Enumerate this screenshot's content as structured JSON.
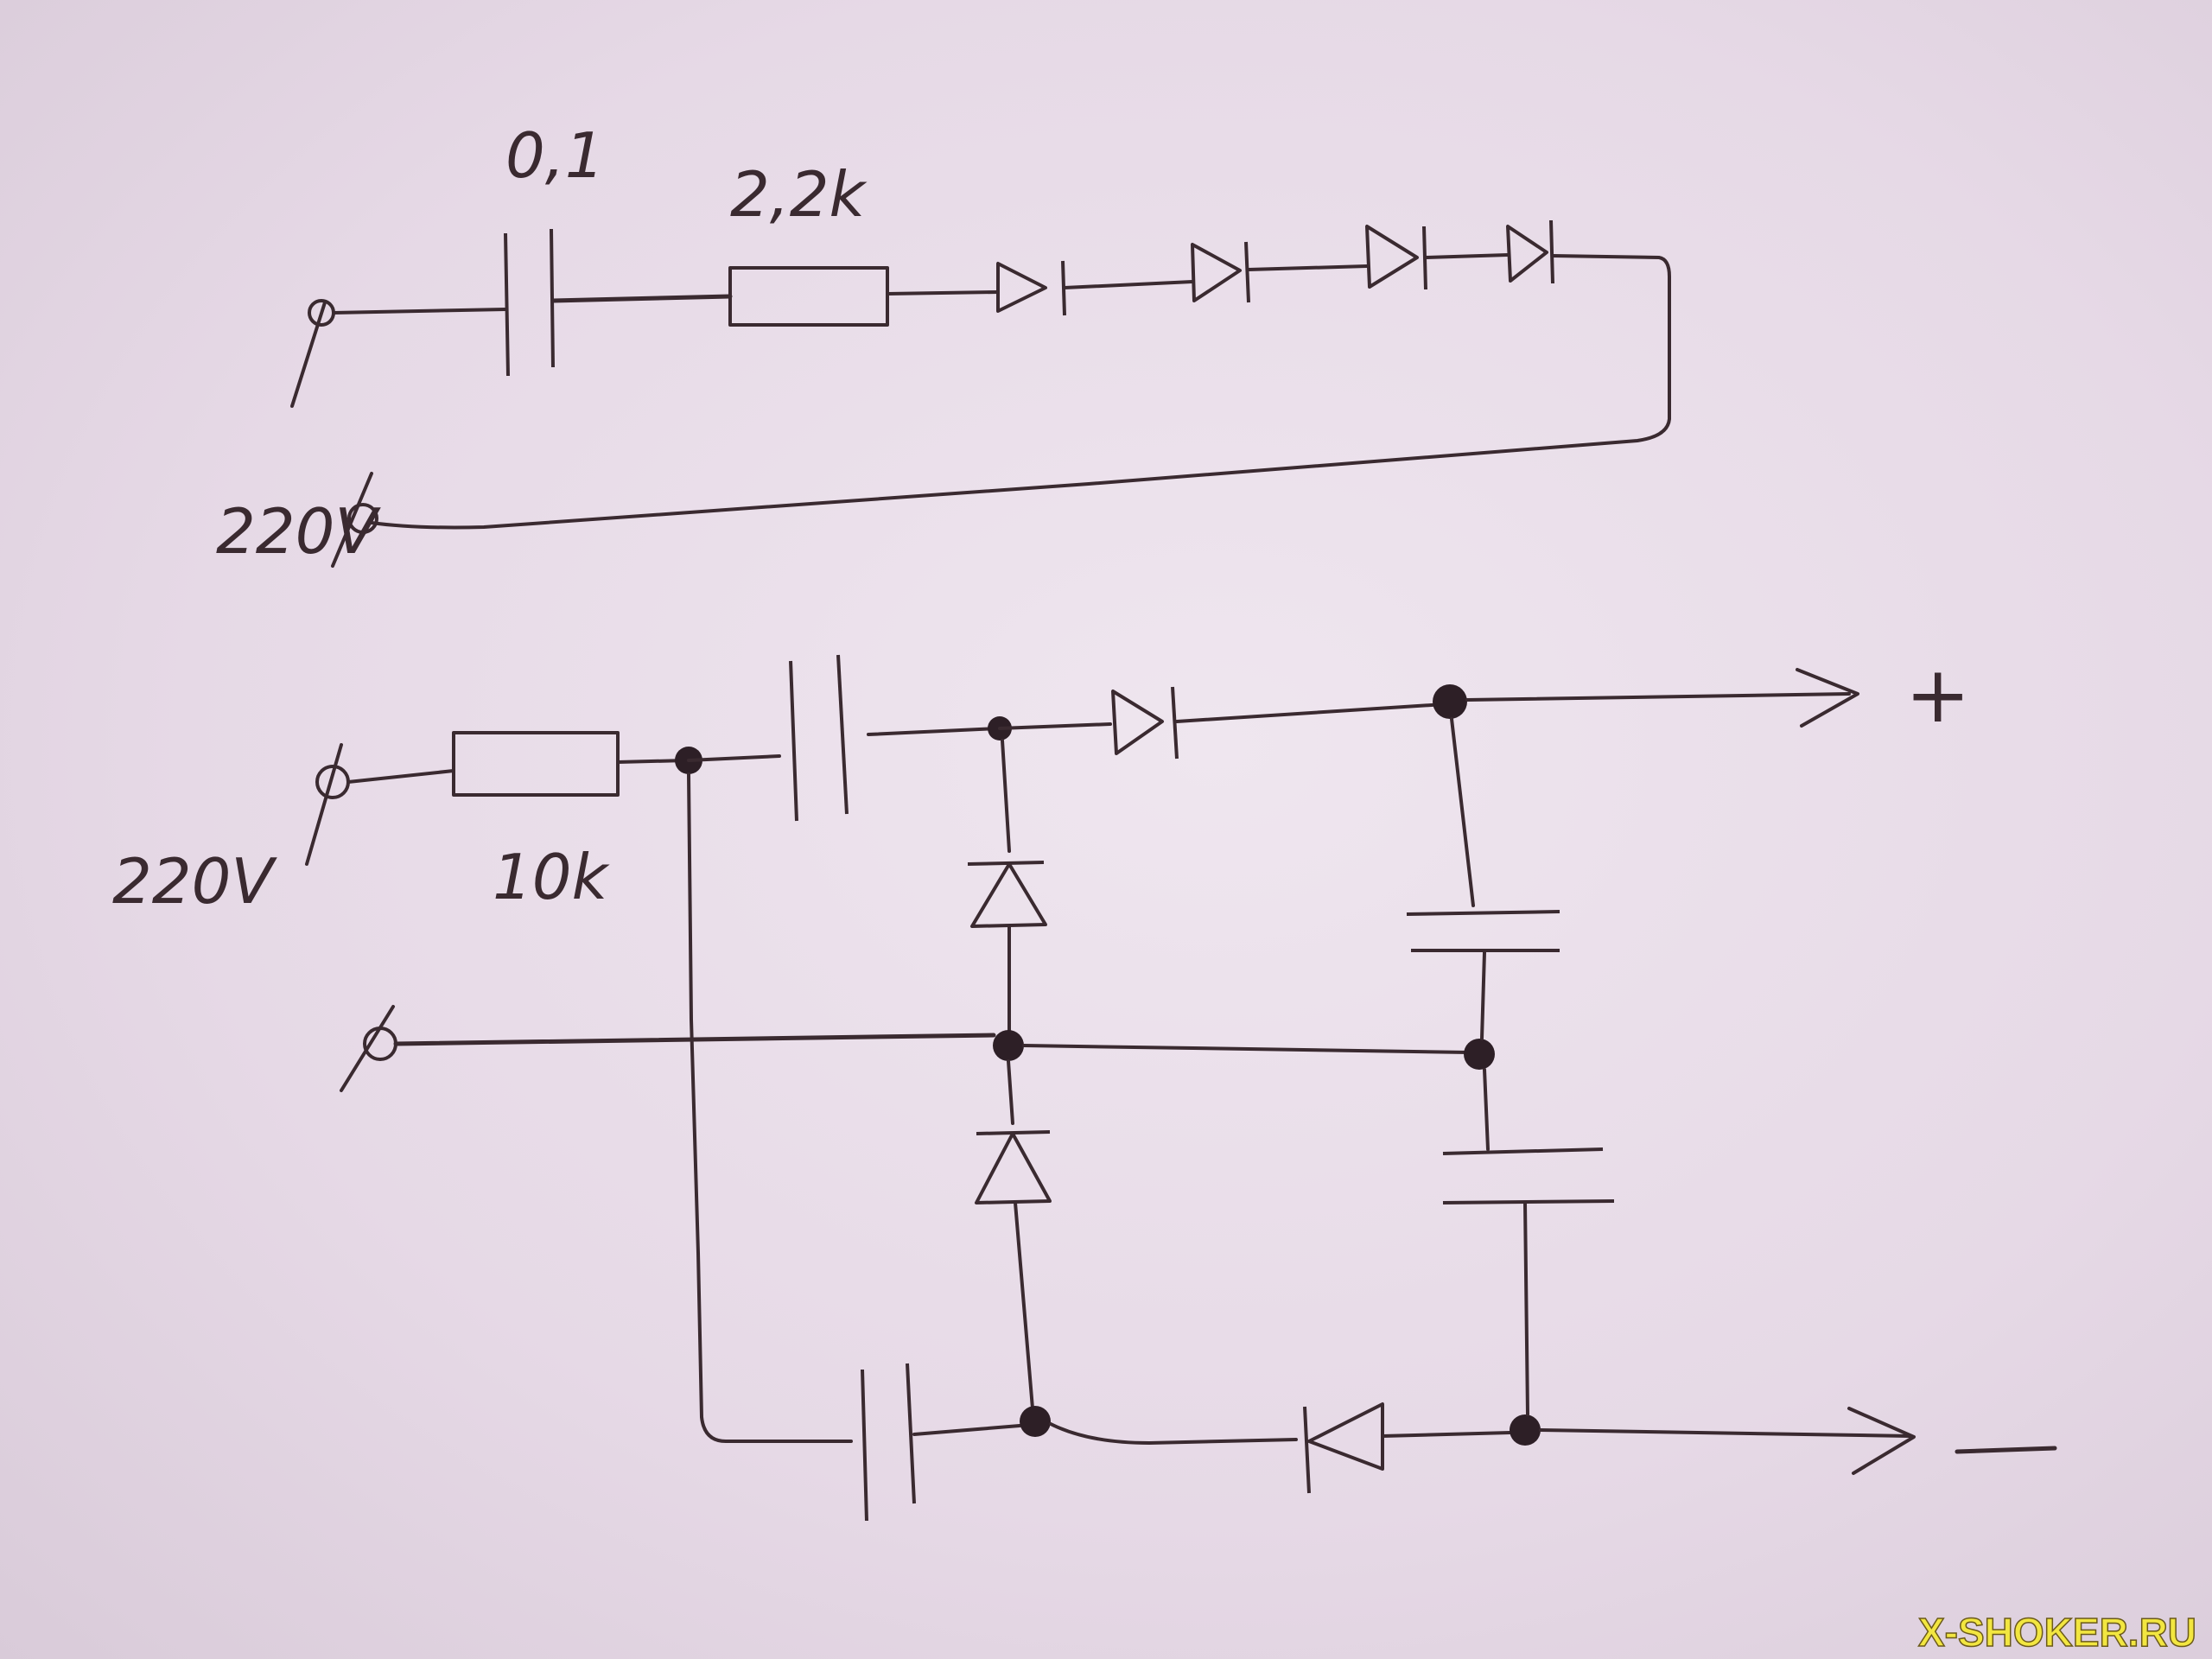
{
  "labels": {
    "top_capacitor": "0,1",
    "top_resistor": "2,2k",
    "top_supply": "220V",
    "bottom_supply": "220V",
    "bottom_resistor": "10k",
    "output_plus": "+",
    "output_minus": "—"
  },
  "watermark": "X-SHOKER.RU"
}
